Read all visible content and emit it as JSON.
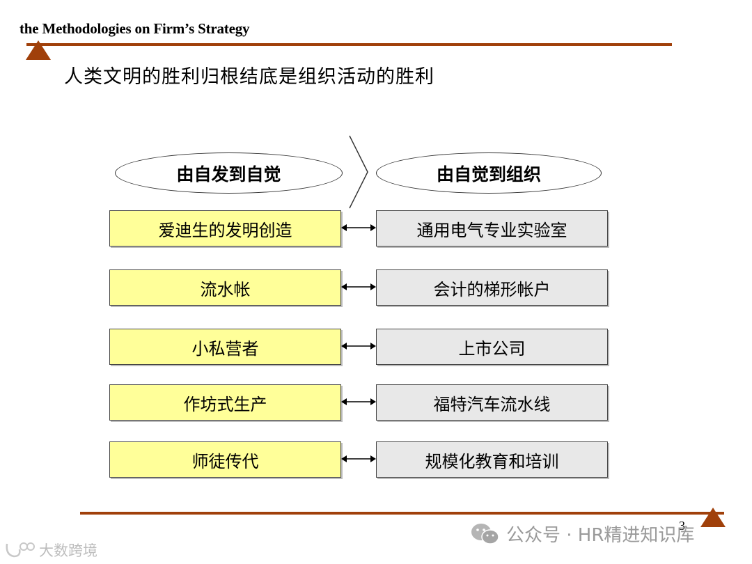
{
  "header": {
    "title": "the Methodologies on Firm’s Strategy",
    "accent_color": "#a0400a"
  },
  "slide": {
    "title": "人类文明的胜利归根结底是组织活动的胜利",
    "page_number": "3"
  },
  "diagram": {
    "left_heading": "由自发到自觉",
    "right_heading": "由自觉到组织",
    "rows": [
      {
        "left": "爱迪生的发明创造",
        "right": "通用电气专业实验室"
      },
      {
        "left": "流水帐",
        "right": "会计的梯形帐户"
      },
      {
        "left": "小私营者",
        "right": "上市公司"
      },
      {
        "left": "作坊式生产",
        "right": "福特汽车流水线"
      },
      {
        "left": "师徒传代",
        "right": "规模化教育和培训"
      }
    ],
    "colors": {
      "left_fill": "#ffff99",
      "right_fill": "#e8e8e8"
    }
  },
  "watermarks": {
    "wechat": "公众号 · HR精进知识库",
    "brand": "大数跨境"
  }
}
